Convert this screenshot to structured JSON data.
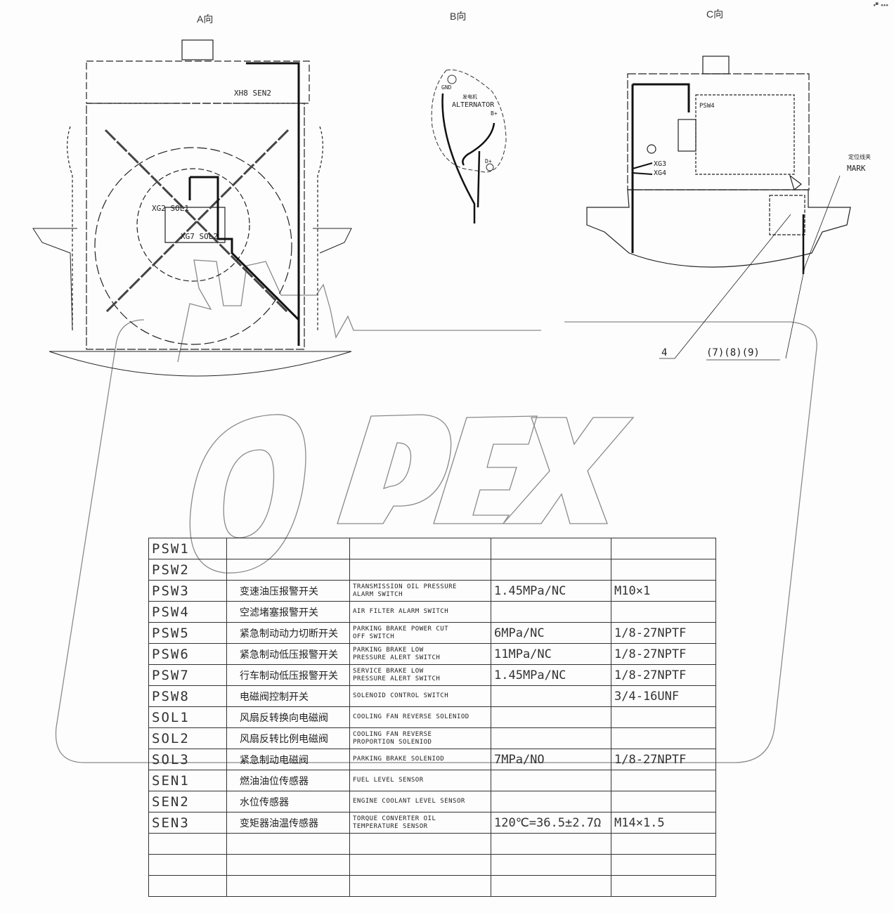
{
  "views": {
    "a": {
      "label": "A向",
      "callouts": {
        "xh8_sen2": "XH8 SEN2",
        "xg2_sol1": "XG2 SOL1",
        "xg7_sol2": "XG7 SOL2"
      }
    },
    "b": {
      "label": "B向",
      "callouts": {
        "alternator_cn": "发电机",
        "alternator_en": "ALTERNATOR",
        "gnd": "GND",
        "b_plus": "B+",
        "d_plus": "D+"
      }
    },
    "c": {
      "label": "C向",
      "callouts": {
        "psw4": "PSW4",
        "xg3": "XG3",
        "xg4": "XG4",
        "mark_cn": "定位线夹",
        "mark_en": "MARK",
        "item_4": "4",
        "items_789": "(7)(8)(9)"
      }
    }
  },
  "watermark": {
    "text": "OPEX",
    "outline_color": "#8a8a8a"
  },
  "corner_mark": "▪▀ ▪▪▪",
  "spec_table": {
    "columns": [
      "code",
      "name_cn",
      "name_en",
      "rating",
      "thread"
    ],
    "rows": [
      {
        "code": "PSW1",
        "name_cn": "",
        "name_en": [
          "",
          ""
        ],
        "rating": "",
        "thread": ""
      },
      {
        "code": "PSW2",
        "name_cn": "",
        "name_en": [
          "",
          ""
        ],
        "rating": "",
        "thread": ""
      },
      {
        "code": "PSW3",
        "name_cn": "变速油压报警开关",
        "name_en": [
          "TRANSMISSION OIL PRESSURE",
          "ALARM SWITCH"
        ],
        "rating": "1.45MPa/NC",
        "thread": "M10×1"
      },
      {
        "code": "PSW4",
        "name_cn": "空滤堵塞报警开关",
        "name_en": [
          "AIR FILTER ALARM SWITCH",
          ""
        ],
        "rating": "",
        "thread": ""
      },
      {
        "code": "PSW5",
        "name_cn": "紧急制动动力切断开关",
        "name_en": [
          "PARKING BRAKE POWER CUT",
          "OFF SWITCH"
        ],
        "rating": "6MPa/NC",
        "thread": "1/8-27NPTF"
      },
      {
        "code": "PSW6",
        "name_cn": "紧急制动低压报警开关",
        "name_en": [
          "PARKING BRAKE LOW",
          "PRESSURE ALERT SWITCH"
        ],
        "rating": "11MPa/NC",
        "thread": "1/8-27NPTF"
      },
      {
        "code": "PSW7",
        "name_cn": "行车制动低压报警开关",
        "name_en": [
          "SERVICE BRAKE LOW",
          "PRESSURE ALERT SWITCH"
        ],
        "rating": "1.45MPa/NC",
        "thread": "1/8-27NPTF"
      },
      {
        "code": "PSW8",
        "name_cn": "电磁阀控制开关",
        "name_en": [
          "SOLENOID CONTROL SWITCH",
          ""
        ],
        "rating": "",
        "thread": "3/4-16UNF"
      },
      {
        "code": "SOL1",
        "name_cn": "风扇反转换向电磁阀",
        "name_en": [
          "COOLING FAN REVERSE SOLENIOD",
          ""
        ],
        "rating": "",
        "thread": ""
      },
      {
        "code": "SOL2",
        "name_cn": "风扇反转比例电磁阀",
        "name_en": [
          "COOLING FAN REVERSE",
          "PROPORTION SOLENIOD"
        ],
        "rating": "",
        "thread": ""
      },
      {
        "code": "SOL3",
        "name_cn": "紧急制动电磁阀",
        "name_en": [
          "PARKING BRAKE SOLENIOD",
          ""
        ],
        "rating": "7MPa/NO",
        "thread": "1/8-27NPTF"
      },
      {
        "code": "SEN1",
        "name_cn": "燃油油位传感器",
        "name_en": [
          "FUEL LEVEL SENSOR",
          ""
        ],
        "rating": "",
        "thread": ""
      },
      {
        "code": "SEN2",
        "name_cn": "水位传感器",
        "name_en": [
          "ENGINE COOLANT LEVEL SENSOR",
          ""
        ],
        "rating": "",
        "thread": ""
      },
      {
        "code": "SEN3",
        "name_cn": "变矩器油温传感器",
        "name_en": [
          "TORQUE CONVERTER OIL",
          "TEMPERATURE SENSOR"
        ],
        "rating": "120℃=36.5±2.7Ω",
        "thread": "M14×1.5"
      },
      {
        "code": "",
        "name_cn": "",
        "name_en": [
          "",
          ""
        ],
        "rating": "",
        "thread": ""
      },
      {
        "code": "",
        "name_cn": "",
        "name_en": [
          "",
          ""
        ],
        "rating": "",
        "thread": ""
      },
      {
        "code": "",
        "name_cn": "",
        "name_en": [
          "",
          ""
        ],
        "rating": "",
        "thread": ""
      }
    ]
  }
}
